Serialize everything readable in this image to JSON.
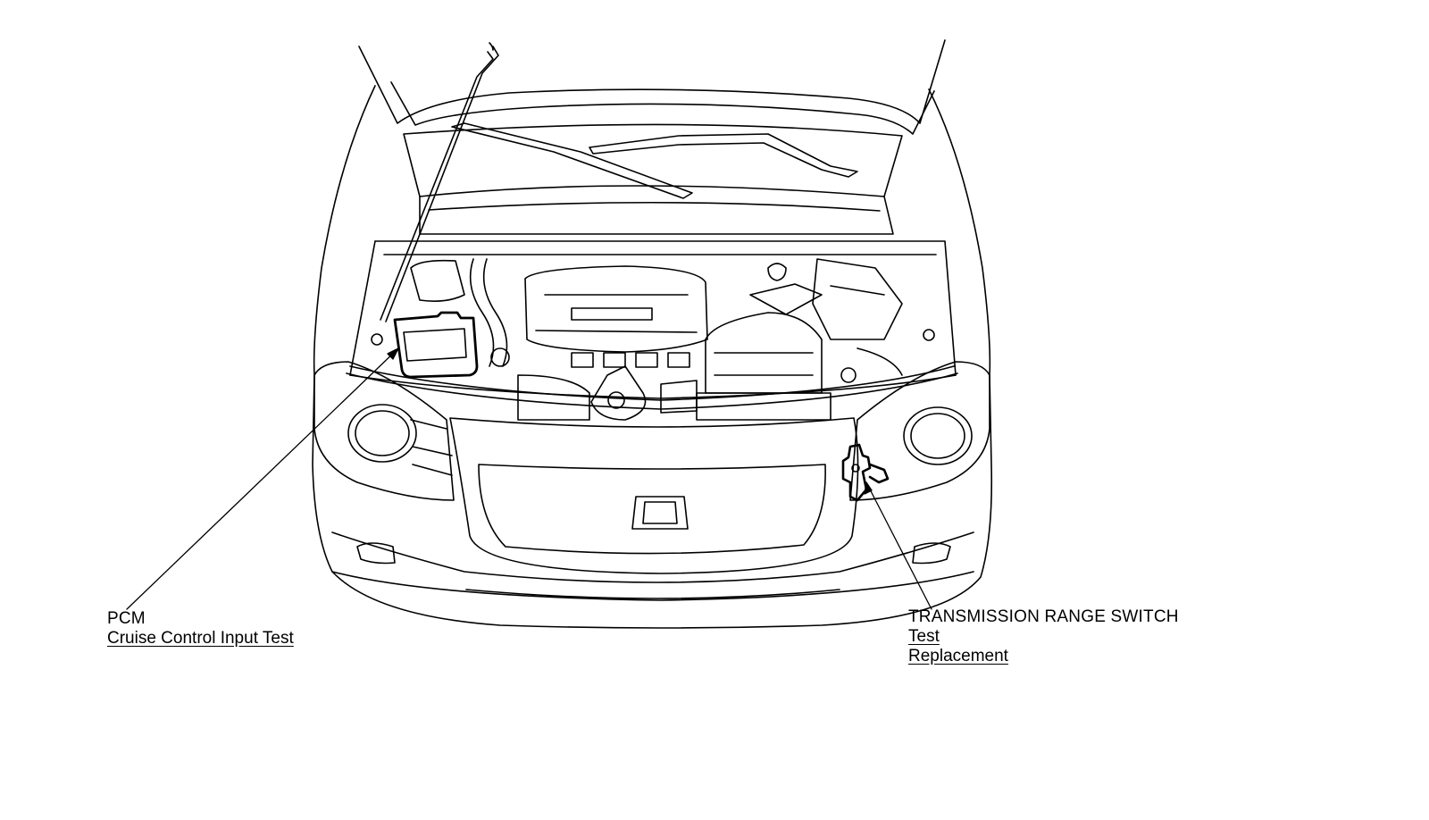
{
  "callouts": {
    "pcm": {
      "title": "PCM",
      "links": [
        "Cruise Control Input Test"
      ]
    },
    "transmission_range_switch": {
      "title": "TRANSMISSION RANGE SWITCH",
      "links": [
        "Test",
        "Replacement"
      ]
    }
  },
  "colors": {
    "line": "#000000",
    "background": "#ffffff"
  }
}
